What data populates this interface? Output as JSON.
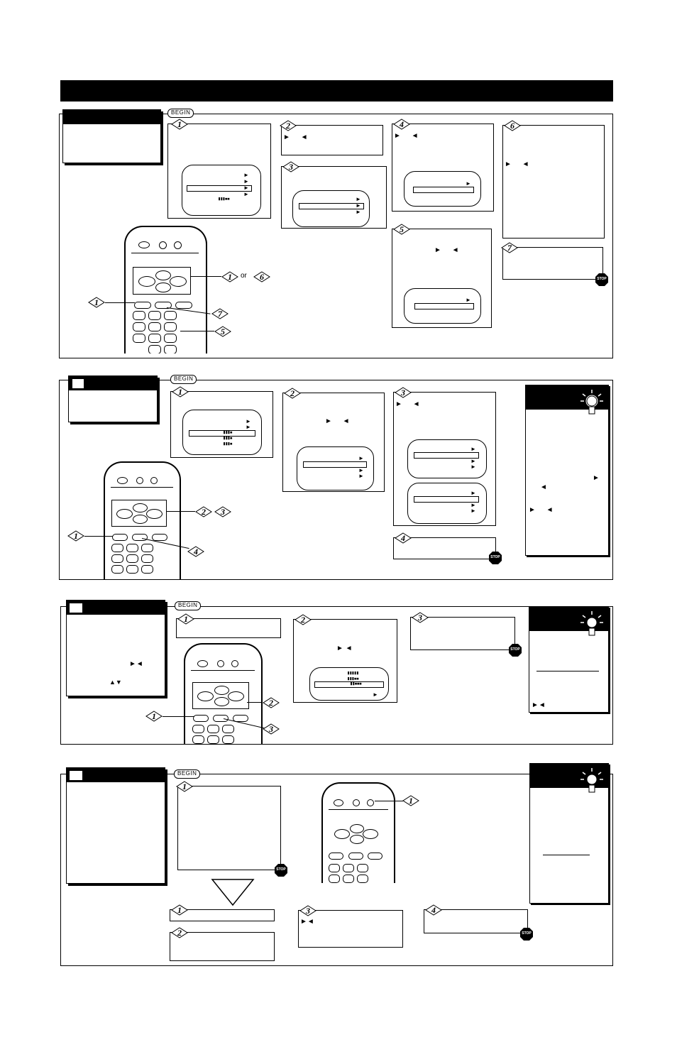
{
  "begin_label": "BEGIN",
  "stop_label": "STOP",
  "steps": {
    "s1": "1",
    "s2": "2",
    "s3": "3",
    "s4": "4",
    "s5": "5",
    "s6": "6",
    "s7": "7"
  },
  "callouts": {
    "sec1_range_connector": "or"
  },
  "arrows": {
    "right": "►",
    "left": "◄",
    "right_left": "► ◄",
    "right_left_tight": "►◄",
    "up_down": "▲▼"
  },
  "colors": {
    "ink": "#000000",
    "paper": "#ffffff"
  }
}
